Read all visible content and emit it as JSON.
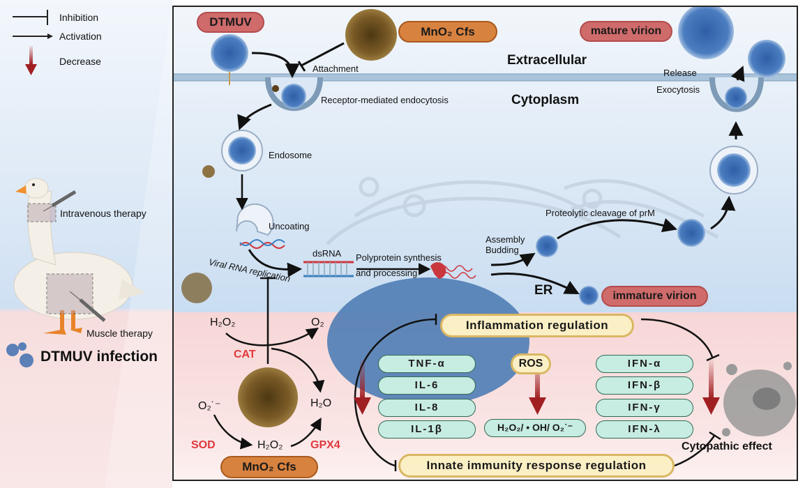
{
  "legend": {
    "inhibition": "Inhibition",
    "activation": "Activation",
    "decrease": "Decrease"
  },
  "left_panel": {
    "intravenous": "Intravenous therapy",
    "muscle": "Muscle therapy",
    "infection": "DTMUV infection"
  },
  "regions": {
    "extracellular": "Extracellular",
    "cytoplasm": "Cytoplasm",
    "er": "ER"
  },
  "badges": {
    "dtmuv": "DTMUV",
    "mno2_top": "MnO₂  Cfs",
    "mature": "mature virion",
    "immature": "immature virion",
    "mno2_bottom": "MnO₂  Cfs"
  },
  "steps": {
    "attachment": "Attachment",
    "endocytosis": "Receptor-mediated endocytosis",
    "endosome": "Endosome",
    "uncoating": "Uncoating",
    "replication": "Viral RNA replication",
    "dsrna": "dsRNA",
    "polyprotein_1": "Polyprotein synthesis",
    "polyprotein_2": "and processing",
    "assembly": "Assembly",
    "budding": "Budding",
    "cleavage": "Proteolytic cleavage of prM",
    "release": "Release",
    "exocytosis": "Exocytosis"
  },
  "ros_cycle": {
    "h2o2_top": "H₂O₂",
    "o2": "O₂",
    "cat": "CAT",
    "superoxide": "O₂˙⁻",
    "h2o": "H₂O",
    "sod": "SOD",
    "h2o2_bottom": "H₂O₂",
    "gpx4": "GPX4"
  },
  "regulation": {
    "inflammation": "Inflammation regulation",
    "innate": "Innate immunity response regulation",
    "ros": "ROS",
    "ros_species": "H₂O₂/ • OH/ O₂˙⁻",
    "cytokines": [
      "TNF-α",
      "IL-6",
      "IL-8",
      "IL-1β"
    ],
    "interferons": [
      "IFN-α",
      "IFN-β",
      "IFN-γ",
      "IFN-λ"
    ],
    "cytopathic": "Cytopathic effect"
  },
  "colors": {
    "virus_blue": "#3f6fb0",
    "mno2_brown": "#7a5a26",
    "decrease_red": "#a01f22",
    "enzyme_red": "#e0393d"
  }
}
